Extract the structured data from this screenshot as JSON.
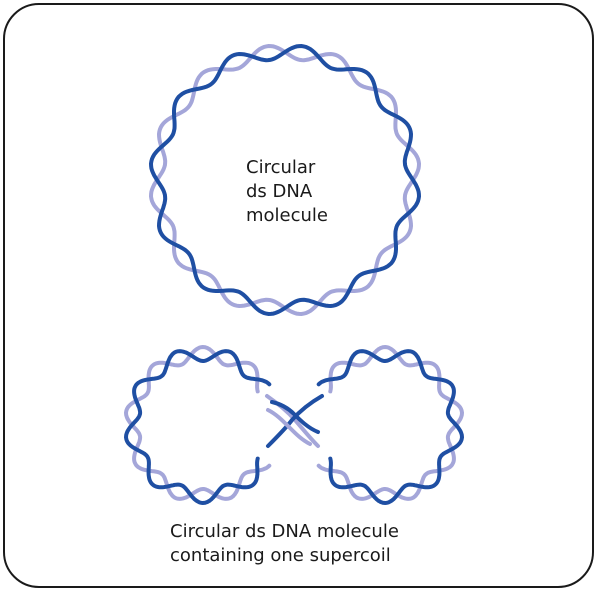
{
  "labels": {
    "circular_molecule": [
      "Circular",
      "ds DNA",
      "molecule"
    ],
    "supercoiled_molecule": [
      "Circular ds DNA molecule",
      "containing one supercoil"
    ]
  },
  "colors": {
    "frame": "#1a1a1a",
    "strand_dark": "#1f4fa3",
    "strand_light": "#a4a6d9",
    "text": "#1a1a1a"
  }
}
